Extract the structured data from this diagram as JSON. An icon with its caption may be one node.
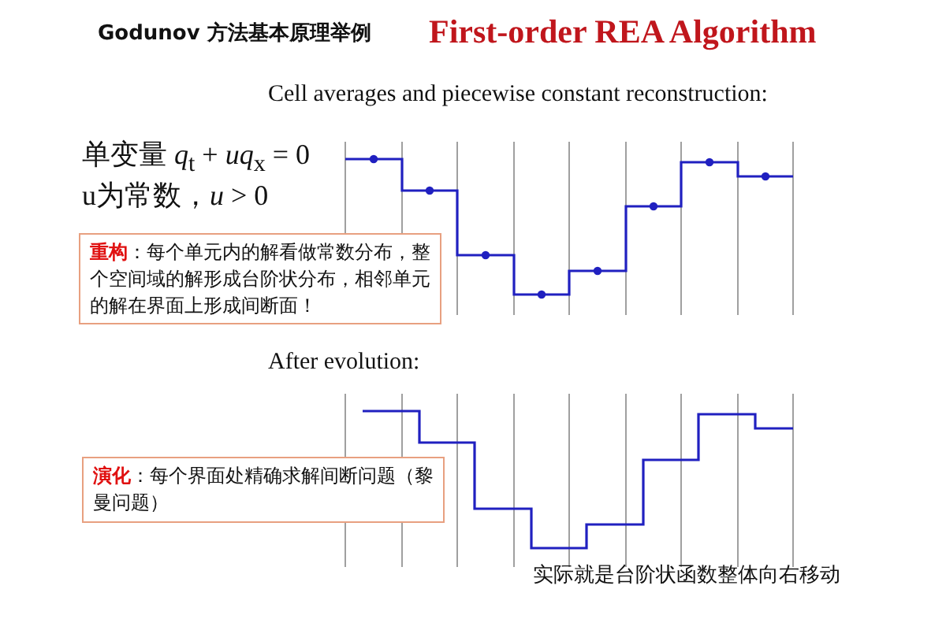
{
  "diagram": {
    "title": "First-order REA Algorithm",
    "nodes": [
      {
        "text": [
          "**重构**：每个单元内的解看做常数分布，整个空间域的解形成台阶状分布，相邻单元的解在界面上形成间断面！"
        ]
      },
      {
        "text": [
          "**演化**：每个界面处精确求解间断问题（黎曼问题）"
        ]
      }
    ],
    "edges": [],
    "labels": [
      "Godunov 方法基本原理举例",
      "Cell averages and piecewise constant reconstruction:",
      "单变量 *q*$_{t}$ + *uq*$_{x}$ = 0",
      "u为常数，*u* > 0",
      "After evolution:",
      "实际就是台阶状函数整体向右移动"
    ]
  }
}
